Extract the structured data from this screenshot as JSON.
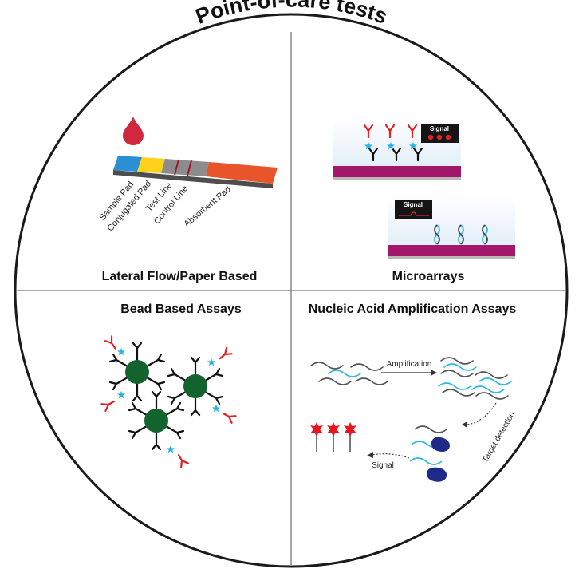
{
  "title": "Point-of-care tests",
  "quadrants": {
    "lateral_flow": {
      "title": "Lateral Flow/Paper Based",
      "labels": [
        "Sample Pad",
        "Conjugated Pad",
        "Test Line",
        "Control Line",
        "Absorbent Pad"
      ]
    },
    "microarrays": {
      "title": "Microarrays",
      "signal_label": "Signal"
    },
    "bead_based": {
      "title": "Bead Based Assays"
    },
    "nucleic_acid": {
      "title": "Nucleic Acid Amplification Assays",
      "amplification_label": "Amplification",
      "target_detection_label": "Target detection",
      "signal_label": "Signal"
    }
  },
  "colors": {
    "outline": "#1a1a1a",
    "blood_drop": "#d0283c",
    "sample_pad": "#2a8fd4",
    "conjugated_pad": "#ffd21c",
    "strip_grey": "#8c8c8c",
    "absorbent_pad": "#e8552a",
    "lines": "#a0182a",
    "substrate": "#a3186a",
    "substrate_side": "#b8b8b8",
    "antibody_red": "#e22222",
    "star_cyan": "#27b2e8",
    "bead_green": "#13632e",
    "dna_cyan": "#2abbe0",
    "dna_grey": "#555555",
    "enzyme_blue": "#1e2a8a",
    "flag_red": "#e8141e",
    "signal_box": "#151515"
  }
}
